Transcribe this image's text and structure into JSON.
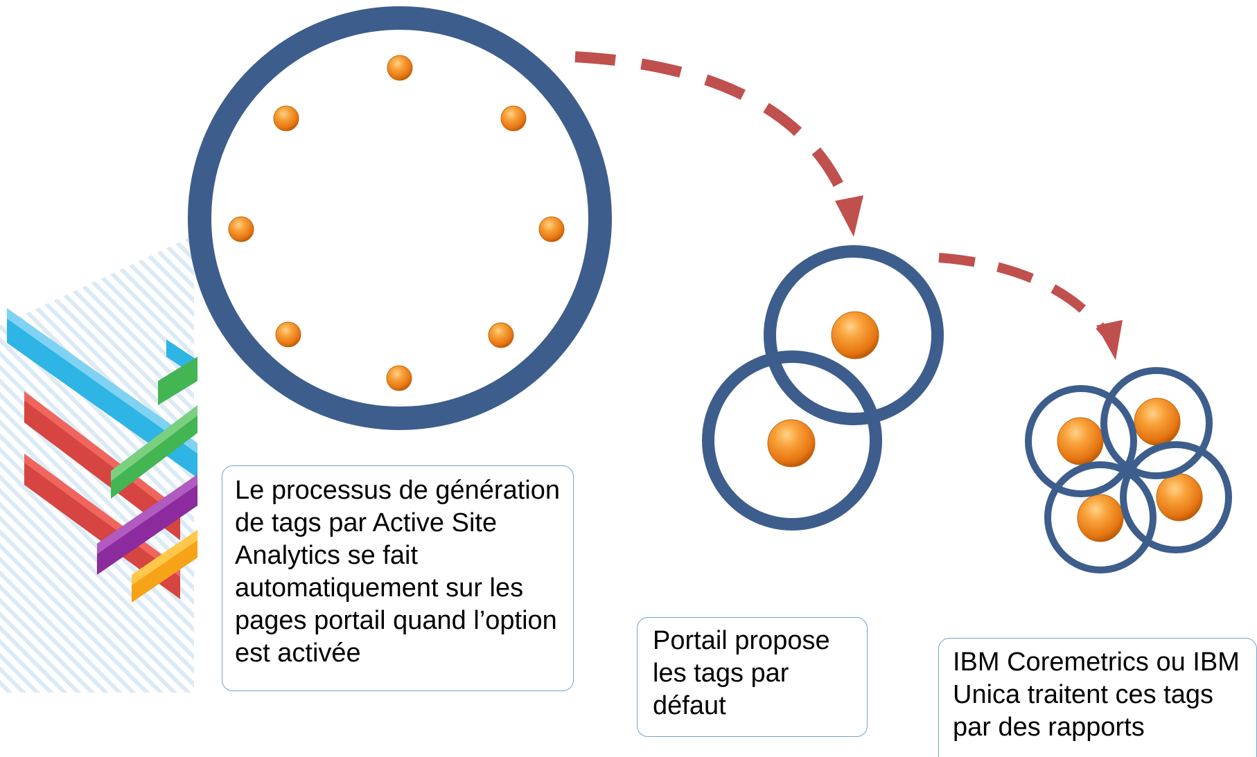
{
  "captions": {
    "generation": "Le processus de génération de tags par Active Site Analytics se fait automatiquement sur les pages portail quand l’option est activée",
    "portal": "Portail propose les tags par défaut",
    "reports": "IBM Coremetrics ou IBM Unica traitent ces tags par des rapports"
  },
  "colors": {
    "ring": "#3d5e8c",
    "dot": "#f08a1e",
    "arrow": "#c0504d",
    "box_border": "#6fa3d0"
  },
  "decoration": {
    "icon": "ibm-stripes-graphic"
  }
}
